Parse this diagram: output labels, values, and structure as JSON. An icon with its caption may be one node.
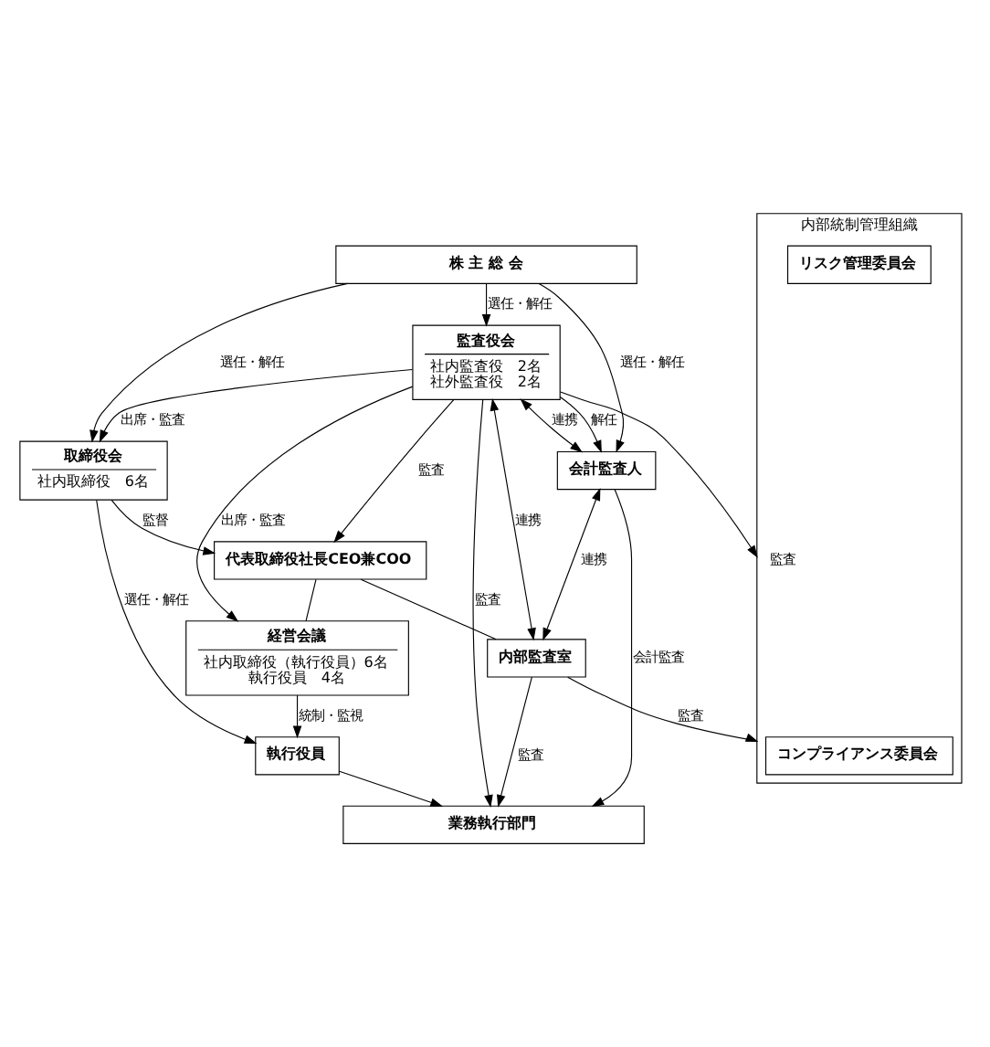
{
  "diagram": {
    "nodes": [
      {
        "text": [
          "株 主 総 会"
        ]
      },
      {
        "text": [
          "取締役会",
          "社内取締役　6名"
        ]
      },
      {
        "text": [
          "監査役会",
          "社内監査役　2名",
          "社外監査役　2名"
        ]
      },
      {
        "text": [
          "会計監査人"
        ]
      },
      {
        "text": [
          "代表取締役社長CEO兼COO"
        ]
      },
      {
        "text": [
          "内部監査室"
        ]
      },
      {
        "text": [
          "経営会議",
          "社内取締役（執行役員）6名",
          "執行役員　4名"
        ]
      },
      {
        "text": [
          "内部統制管理組織"
        ]
      },
      {
        "text": [
          "コンプライアンス委員会"
        ],
        "in": 7
      },
      {
        "text": [
          "リスク管理委員会"
        ],
        "in": 7
      },
      {
        "text": [
          "執行役員"
        ]
      },
      {
        "text": [
          "業務執行部門"
        ]
      }
    ],
    "edges": [
      {
        "from": 0,
        "to": 1,
        "arrow": "to",
        "label": "選任・解任"
      },
      {
        "from": 0,
        "to": 2,
        "arrow": "to",
        "label": "選任・解任"
      },
      {
        "from": 0,
        "to": 3,
        "arrow": "to",
        "label": "選任・解任"
      },
      {
        "from": 2,
        "to": 1,
        "arrow": "to",
        "label": "出席・監査"
      },
      {
        "from": 2,
        "to": 3,
        "arrow": "both",
        "label": "連携"
      },
      {
        "from": 2,
        "to": 3,
        "arrow": "to",
        "label": "解任"
      },
      {
        "from": 1,
        "to": 10,
        "arrow": "to",
        "label": "選任・解任"
      },
      {
        "from": 1,
        "to": 4,
        "arrow": "to",
        "label": "監督"
      },
      {
        "from": 2,
        "to": 4,
        "arrow": "to",
        "label": "監査"
      },
      {
        "from": 2,
        "to": 5,
        "arrow": "both",
        "label": "連携"
      },
      {
        "from": 4,
        "to": 6,
        "arrow": "none"
      },
      {
        "from": 4,
        "to": 5,
        "arrow": "none"
      },
      {
        "from": 3,
        "to": 5,
        "arrow": "both",
        "label": "連携"
      },
      {
        "from": 2,
        "to": 11,
        "arrow": "to",
        "label": "監査"
      },
      {
        "from": 2,
        "to": 6,
        "arrow": "to",
        "label": "出席・監査"
      },
      {
        "from": 2,
        "to": 7,
        "arrow": "to",
        "label": "監査"
      },
      {
        "from": 5,
        "to": 7,
        "arrow": "to",
        "label": "監査"
      },
      {
        "from": 5,
        "to": 11,
        "arrow": "to",
        "label": "監査"
      },
      {
        "from": 3,
        "to": 11,
        "arrow": "to",
        "label": "会計監査"
      },
      {
        "from": 6,
        "to": 10,
        "arrow": "to",
        "label": "統制・監視"
      },
      {
        "from": 10,
        "to": 11,
        "arrow": "to"
      }
    ]
  }
}
